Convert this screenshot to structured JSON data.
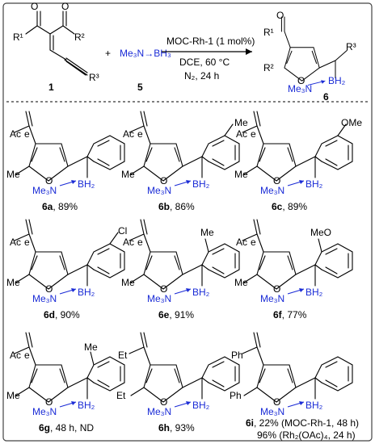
{
  "scheme": {
    "reactant_1_label": "1",
    "reactant_5_label": "5",
    "product_label": "6",
    "plus_sign": "+",
    "reagent_5_formula": "Me₃N→BH₃",
    "conditions": {
      "catalyst": "MOC-Rh-1 (1 mol%)",
      "solvent_temp": "DCE, 60 °C",
      "atmosphere_time": "N₂, 24 h"
    },
    "substituents": {
      "r1": "R¹",
      "r2": "R²",
      "r3": "R³"
    }
  },
  "atoms": {
    "me": "Me",
    "et": "Et",
    "ph": "Ph",
    "o": "O",
    "me3n": "Me₃N",
    "bh2": "BH₂",
    "cl": "Cl",
    "ome": "OMe",
    "meo": "MeO",
    "ac": "Ac",
    "ace": "e"
  },
  "products": [
    {
      "id": "6a",
      "result": ", 89%"
    },
    {
      "id": "6b",
      "result": ", 86%"
    },
    {
      "id": "6c",
      "result": ", 89%"
    },
    {
      "id": "6d",
      "result": ", 90%"
    },
    {
      "id": "6e",
      "result": ", 91%"
    },
    {
      "id": "6f",
      "result": ", 77%"
    },
    {
      "id": "6g",
      "result": ", 48 h, ND"
    },
    {
      "id": "6h",
      "result": ", 93%"
    },
    {
      "id": "6i",
      "result": ", 22% (MOC-Rh-1, 48 h)",
      "result_line2": "96% (Rh₂(OAc)₄, 24 h)"
    }
  ]
}
